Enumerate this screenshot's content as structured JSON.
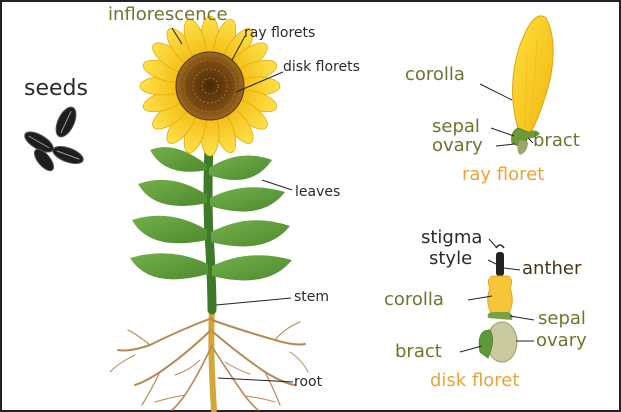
{
  "labels": {
    "inflorescence": "inflorescence",
    "ray_florets": "ray florets",
    "disk_florets": "disk florets",
    "seeds": "seeds",
    "leaves": "leaves",
    "stem": "stem",
    "root": "root",
    "corolla_ray": "corolla",
    "sepal_ray": "sepal",
    "ovary_ray": "ovary",
    "bract_ray": "bract",
    "ray_floret_title": "ray floret",
    "stigma": "stigma",
    "style": "style",
    "anther": "anther",
    "corolla_disk": "corolla",
    "sepal_disk": "sepal",
    "ovary_disk": "ovary",
    "bract_disk": "bract",
    "disk_floret_title": "disk floret"
  },
  "colors": {
    "label_olive": "#6f7430",
    "label_dark": "#2a2a2a",
    "label_brown": "#4a3318",
    "title_orange": "#e8a43a",
    "petal_yellow": "#f5d21a",
    "disk_brown": "#7a4a14",
    "leaf_green": "#5f9a3a",
    "stem_green": "#3f7a2a",
    "root_tan": "#b48a55"
  }
}
